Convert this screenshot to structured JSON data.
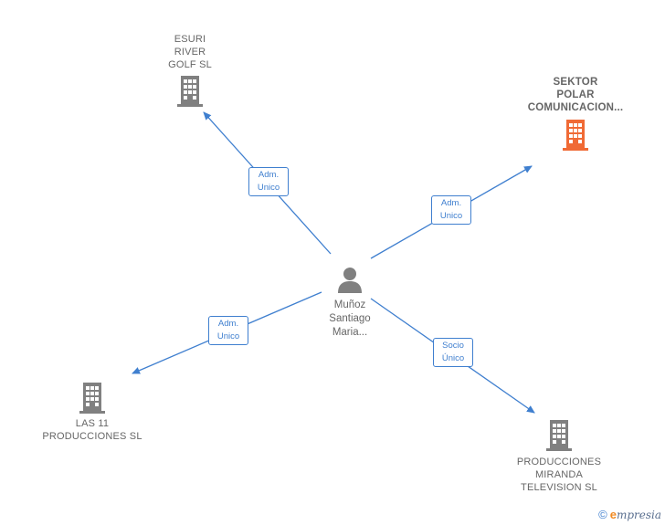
{
  "colors": {
    "edge": "#3f7fcf",
    "company": "#808080",
    "company_highlight": "#f06a35",
    "person": "#808080"
  },
  "person": {
    "label": "Muñoz\nSantiago\nMaria...",
    "icon": "person-icon"
  },
  "companies": [
    {
      "id": "esuri",
      "label": "ESURI\nRIVER\nGOLF SL",
      "icon": "building-icon",
      "highlight": false
    },
    {
      "id": "sektor",
      "label": "SEKTOR\nPOLAR\nCOMUNICACION...",
      "icon": "building-icon",
      "highlight": true
    },
    {
      "id": "las11",
      "label": "LAS 11\nPRODUCCIONES SL",
      "icon": "building-icon",
      "highlight": false
    },
    {
      "id": "miranda",
      "label": "PRODUCCIONES\nMIRANDA\nTELEVISION SL",
      "icon": "building-icon",
      "highlight": false
    }
  ],
  "relations": [
    {
      "to": "esuri",
      "label": "Adm.\nUnico"
    },
    {
      "to": "sektor",
      "label": "Adm.\nUnico"
    },
    {
      "to": "las11",
      "label": "Adm.\nUnico"
    },
    {
      "to": "miranda",
      "label": "Socio\nÚnico"
    }
  ],
  "footer": {
    "copyright": "©",
    "brand_initial": "e",
    "brand_rest": "mpresia"
  }
}
